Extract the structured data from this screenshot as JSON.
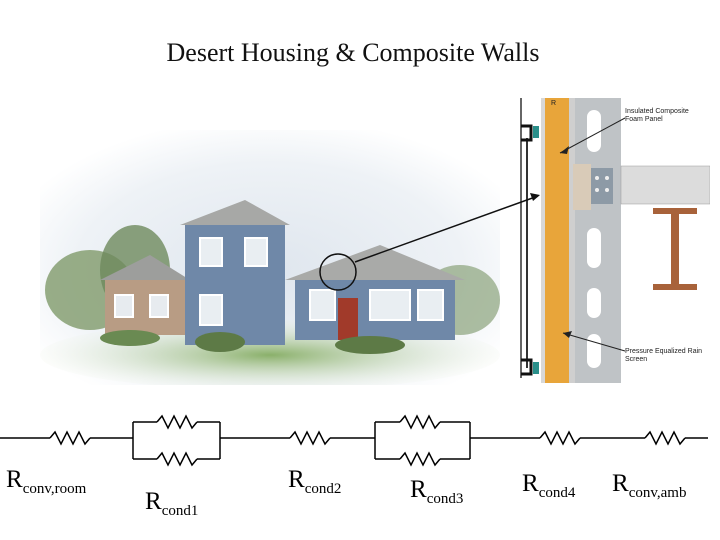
{
  "title": "Desert Housing & Composite Walls",
  "wall_labels": {
    "top": "Insulated Composite Foam Panel",
    "bottom": "Pressure Equalized Rain Screen",
    "corner_mark": "R"
  },
  "resistors": [
    {
      "base": "R",
      "sub": "conv,room"
    },
    {
      "base": "R",
      "sub": "cond1"
    },
    {
      "base": "R",
      "sub": "cond2"
    },
    {
      "base": "R",
      "sub": "cond3"
    },
    {
      "base": "R",
      "sub": "cond4"
    },
    {
      "base": "R",
      "sub": "conv,amb"
    }
  ],
  "colors": {
    "wall_blue": "#6f88a8",
    "roof": "#a7a8a6",
    "panel_orange": "#e8a53a",
    "beam_brown": "#a8623a",
    "sky": "#eef1f4"
  }
}
